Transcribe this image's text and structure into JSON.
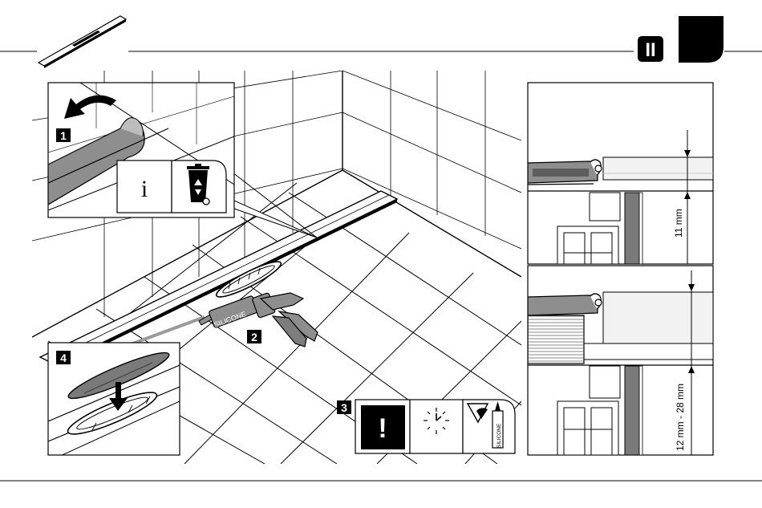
{
  "header": {
    "chapter_mark": "II"
  },
  "steps": [
    {
      "number": "1"
    },
    {
      "number": "2"
    },
    {
      "number": "3"
    },
    {
      "number": "4"
    }
  ],
  "step1": {
    "icons": [
      "info-icon",
      "recycle-bin-icon"
    ],
    "info_glyph": "i"
  },
  "step2": {
    "gun_label": "SILICONE"
  },
  "step3": {
    "icons": [
      "warning-icon",
      "clock-icon",
      "silicone-corner-icon"
    ],
    "warning_glyph": "!",
    "tube_label": "SILICONE"
  },
  "details": {
    "top": {
      "dimension": "11 mm"
    },
    "bottom": {
      "dimension": "12 mm - 28 mm"
    }
  },
  "colors": {
    "line": "#000000",
    "tile": "#ffffff",
    "grey_panel": "#7a7a7a",
    "silicone_grey": "#8e8e8e",
    "light_grey": "#e8e8e8"
  }
}
